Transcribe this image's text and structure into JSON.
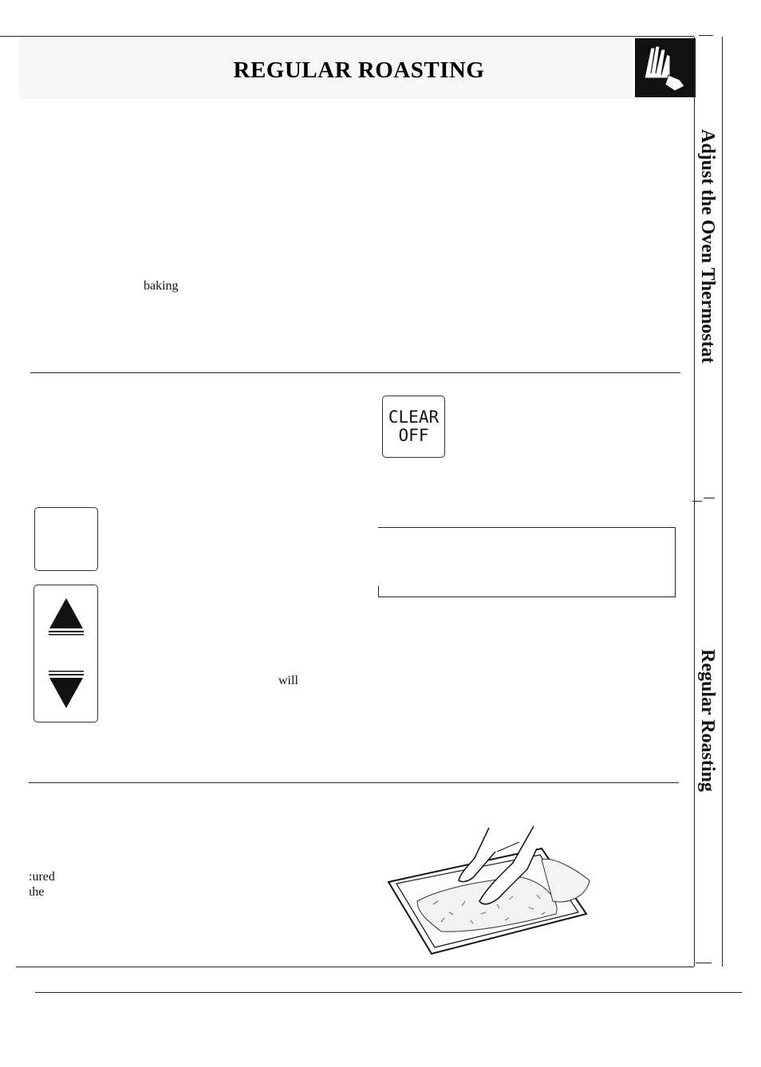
{
  "page": {
    "title": "REGULAR ROASTING"
  },
  "side_tabs": {
    "upper": "Adjust the Oven Thermostat",
    "lower": "Regular Roasting"
  },
  "fragments": {
    "baking": "baking",
    "will": "will",
    "cured": ":ured",
    "the": "ιhe"
  },
  "controls": {
    "clear_off_line1": "CLEAR",
    "clear_off_line2": "OFF",
    "up_arrow": "up-arrow-icon",
    "down_arrow": "down-arrow-icon"
  },
  "illustration": {
    "icon": "hands-on-roasting-pan-illustration"
  },
  "colors": {
    "tab": "#111111",
    "rule": "#222222"
  }
}
